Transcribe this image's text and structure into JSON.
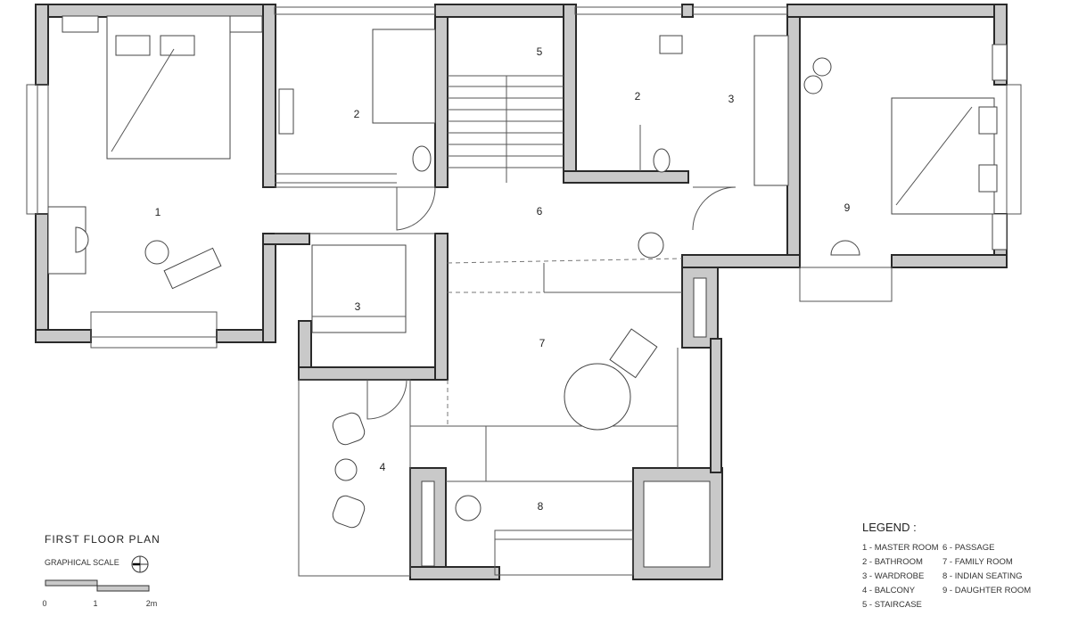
{
  "plan": {
    "title": "FIRST FLOOR PLAN",
    "scale_label": "GRAPHICAL SCALE",
    "scale_ticks": [
      "0",
      "1",
      "2m"
    ],
    "colors": {
      "wall_fill": "#c9c9c9",
      "wall_stroke": "#2a2a2a"
    }
  },
  "rooms": [
    {
      "num": "1"
    },
    {
      "num": "2"
    },
    {
      "num": "5"
    },
    {
      "num": "2"
    },
    {
      "num": "3"
    },
    {
      "num": "9"
    },
    {
      "num": "6"
    },
    {
      "num": "3"
    },
    {
      "num": "7"
    },
    {
      "num": "4"
    },
    {
      "num": "8"
    }
  ],
  "legend": {
    "title": "LEGEND :",
    "items": [
      "1 - MASTER ROOM",
      "2 - BATHROOM",
      "3 - WARDROBE",
      "4 - BALCONY",
      "5 - STAIRCASE",
      "6 - PASSAGE",
      "7 - FAMILY ROOM",
      "8 - INDIAN SEATING",
      "9 - DAUGHTER ROOM"
    ]
  }
}
